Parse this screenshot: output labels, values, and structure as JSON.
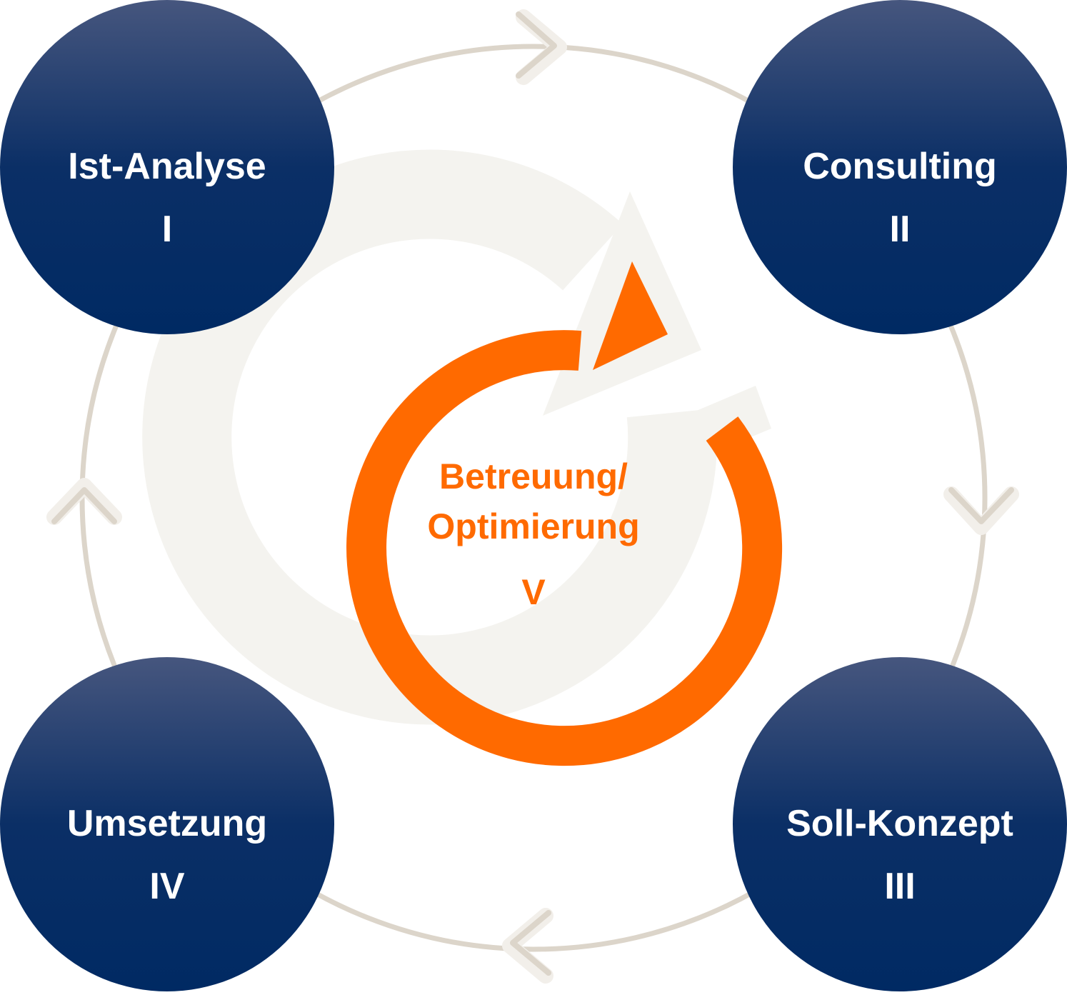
{
  "steps": [
    {
      "title": "Ist-Analyse",
      "number": "I"
    },
    {
      "title": "Consulting",
      "number": "II"
    },
    {
      "title": "Soll-Konzept",
      "number": "III"
    },
    {
      "title": "Umsetzung",
      "number": "IV"
    }
  ],
  "center": {
    "line1": "Betreuung/",
    "line2": "Optimierung",
    "number": "V"
  },
  "colors": {
    "circle_top": "#3f4f7a",
    "circle_bottom": "#002a63",
    "ring": "#dcd5ca",
    "chevron": "#dcd5ca",
    "accent": "#ff6a00",
    "halo": "#f4f3ef",
    "text_light": "#ffffff"
  }
}
